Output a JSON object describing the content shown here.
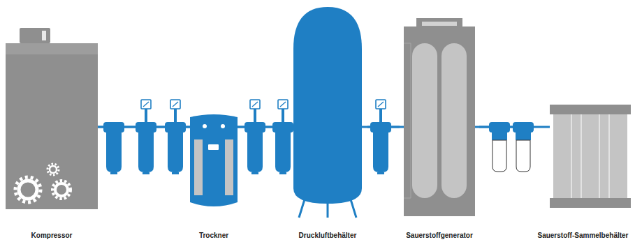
{
  "diagram": {
    "nodes": [
      {
        "text": [
          "Kompressor"
        ]
      },
      {
        "text": [
          "Trockner"
        ]
      },
      {
        "text": [
          "Druckluftbehälter"
        ]
      },
      {
        "text": [
          "Sauerstoffgenerator"
        ]
      },
      {
        "text": [
          "Sauerstoff-Sammelbehälter"
        ]
      }
    ],
    "edges": [
      {
        "from": 0,
        "to": 1,
        "arrow": "none"
      },
      {
        "from": 1,
        "to": 2,
        "arrow": "none"
      },
      {
        "from": 2,
        "to": 3,
        "arrow": "none"
      },
      {
        "from": 3,
        "to": 4,
        "arrow": "none"
      }
    ]
  }
}
